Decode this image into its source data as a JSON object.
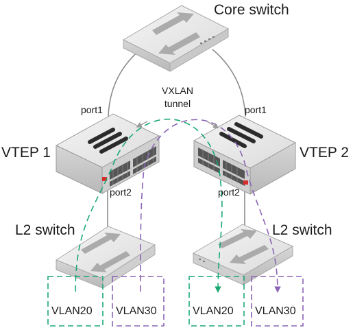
{
  "nodes": {
    "core_switch": "Core switch",
    "vtep1": "VTEP 1",
    "vtep2": "VTEP 2",
    "l2_left": "L2 switch",
    "l2_right": "L2 switch"
  },
  "ports": {
    "vtep1_up": "port1",
    "vtep2_up": "port1",
    "vtep1_down": "port2",
    "vtep2_down": "port2"
  },
  "tunnel": {
    "line1": "VXLAN",
    "line2": "tunnel"
  },
  "vlans": {
    "left_a": "VLAN20",
    "left_b": "VLAN30",
    "right_a": "VLAN20",
    "right_b": "VLAN30"
  },
  "colors": {
    "vlan20": "#1aa873",
    "vlan30": "#8a64b5",
    "link": "#8c8c8c"
  }
}
